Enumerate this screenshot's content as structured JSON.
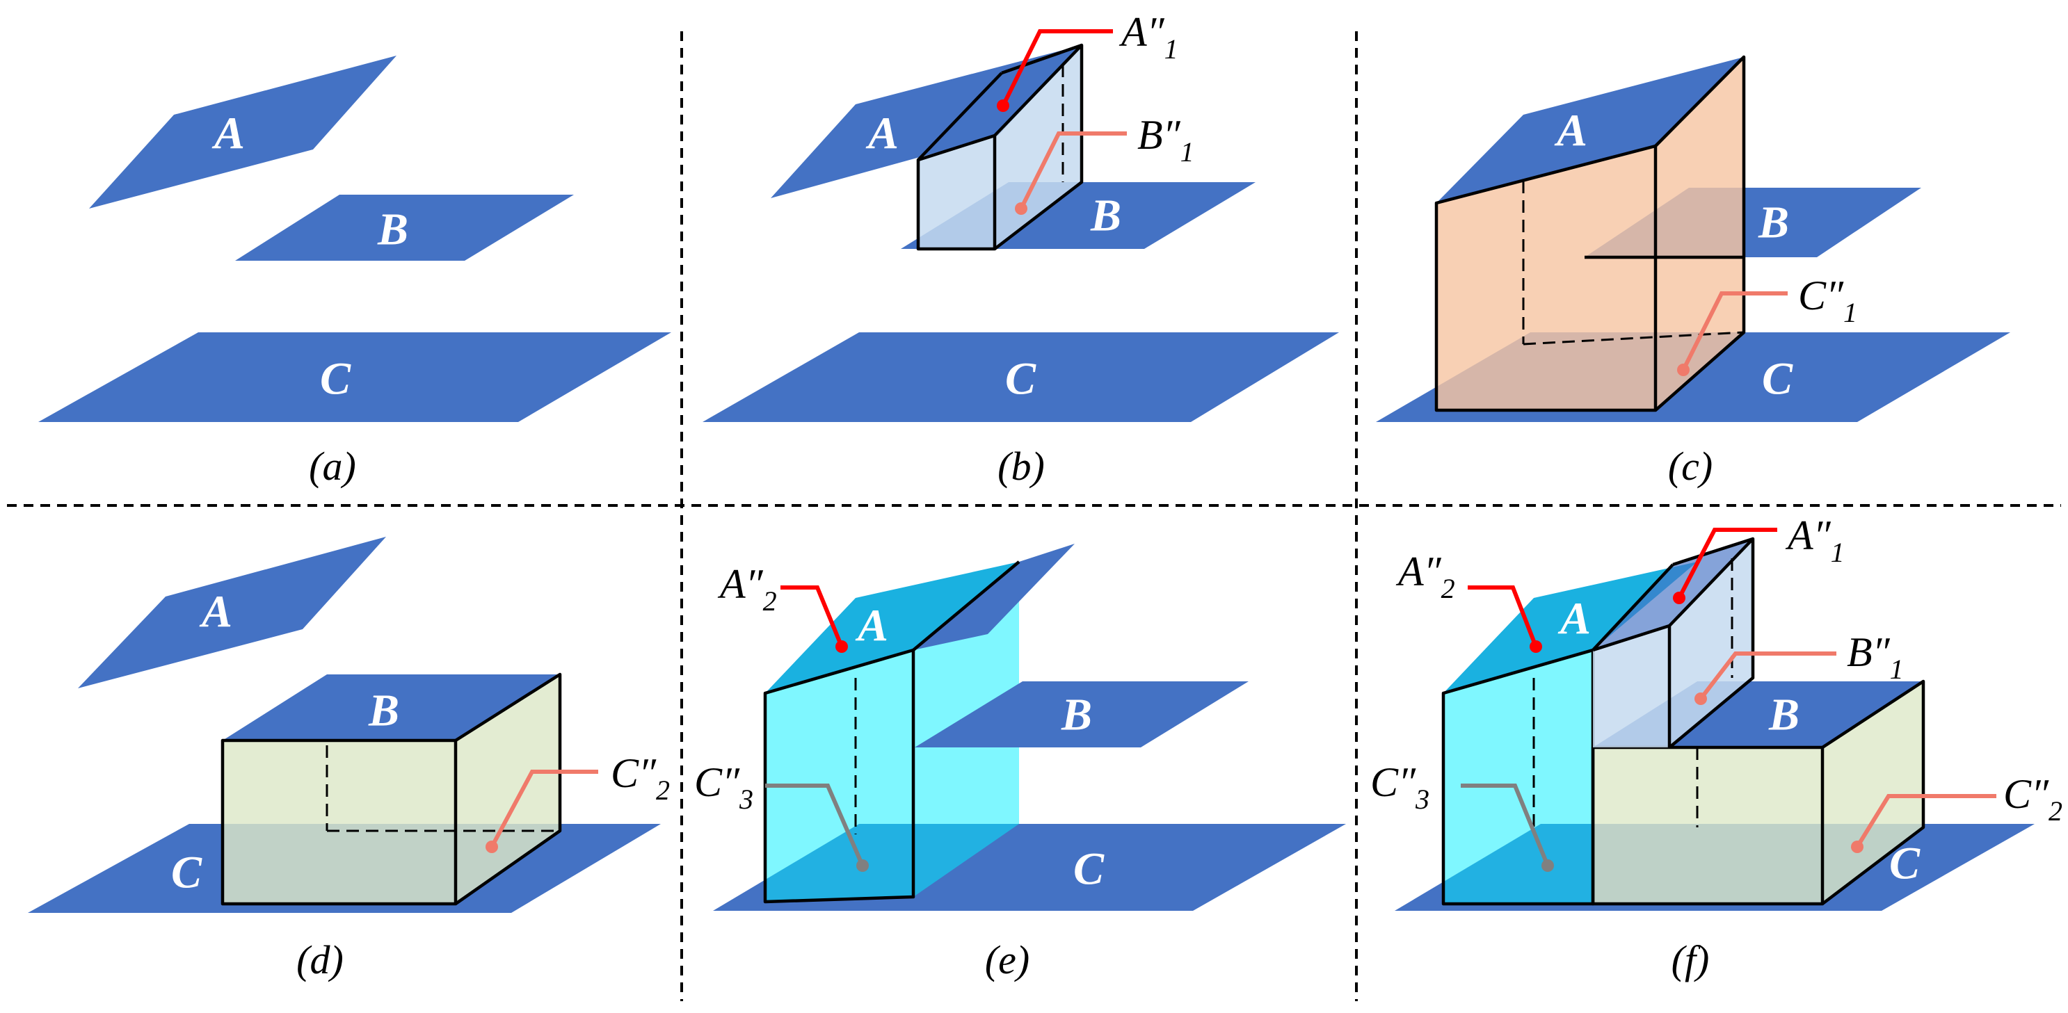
{
  "colors": {
    "plane": "#4472c4",
    "box_b": "#c5daf0",
    "box_c": "#f6c6a4",
    "box_d": "#dde8c8",
    "box_e": "#00f0ff",
    "leader_red": "#ff0000",
    "leader_salmon": "#f07a6a",
    "leader_gray": "#808080"
  },
  "panels": {
    "a": {
      "caption": "(a)",
      "planes": [
        "A",
        "B",
        "C"
      ]
    },
    "b": {
      "caption": "(b)",
      "planes": [
        "A",
        "B",
        "C"
      ],
      "callouts": [
        {
          "base": "A",
          "prime": "″",
          "sub": "1"
        },
        {
          "base": "B",
          "prime": "″",
          "sub": "1"
        }
      ]
    },
    "c": {
      "caption": "(c)",
      "planes": [
        "A",
        "B",
        "C"
      ],
      "callouts": [
        {
          "base": "C",
          "prime": "″",
          "sub": "1"
        }
      ]
    },
    "d": {
      "caption": "(d)",
      "planes": [
        "A",
        "B",
        "C"
      ],
      "callouts": [
        {
          "base": "C",
          "prime": "″",
          "sub": "2"
        }
      ]
    },
    "e": {
      "caption": "(e)",
      "planes": [
        "A",
        "B",
        "C"
      ],
      "callouts": [
        {
          "base": "A",
          "prime": "″",
          "sub": "2"
        },
        {
          "base": "C",
          "prime": "″",
          "sub": "3"
        }
      ]
    },
    "f": {
      "caption": "(f)",
      "planes": [
        "A",
        "B",
        "C"
      ],
      "callouts": [
        {
          "base": "A",
          "prime": "″",
          "sub": "2"
        },
        {
          "base": "A",
          "prime": "″",
          "sub": "1"
        },
        {
          "base": "B",
          "prime": "″",
          "sub": "1"
        },
        {
          "base": "C",
          "prime": "″",
          "sub": "3"
        },
        {
          "base": "C",
          "prime": "″",
          "sub": "2"
        }
      ]
    }
  }
}
